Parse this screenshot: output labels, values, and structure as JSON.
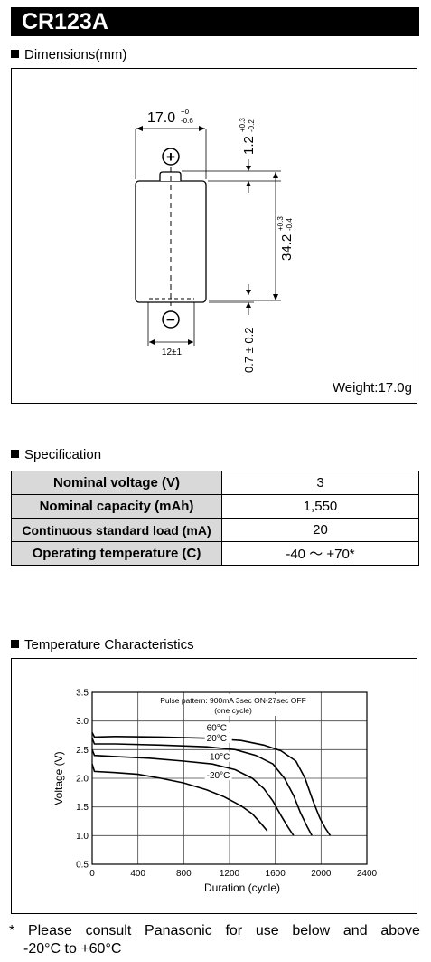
{
  "title": "CR123A",
  "dimensions": {
    "heading": "Dimensions(mm)",
    "dim_width": "17.0",
    "dim_width_tol_top": "+0",
    "dim_width_tol_bottom": "-0.6",
    "dim_cap": "1.2",
    "dim_cap_tol_top": "+0.3",
    "dim_cap_tol_bottom": "-0.2",
    "dim_height": "34.2",
    "dim_height_tol_top": "+0.3",
    "dim_height_tol_bottom": "-0.4",
    "dim_bottom": "0.7 ± 0.2",
    "dim_neg": "12±1",
    "plus_symbol": "+",
    "minus_symbol": "−",
    "weight": "Weight:17.0g"
  },
  "specification": {
    "heading": "Specification",
    "rows": [
      {
        "label": "Nominal voltage (V)",
        "value": "3"
      },
      {
        "label": "Nominal capacity (mAh)",
        "value": "1,550"
      },
      {
        "label": "Continuous standard load (mA)",
        "value": "20"
      },
      {
        "label": "Operating temperature (C)",
        "value": "-40 ～ +70*"
      }
    ]
  },
  "temperature": {
    "heading": "Temperature Characteristics"
  },
  "chart_data": {
    "type": "line",
    "xlabel": "Duration (cycle)",
    "ylabel": "Voltage (V)",
    "xlim": [
      0,
      2400
    ],
    "ylim": [
      0.5,
      3.5
    ],
    "x_ticks": [
      "0",
      "400",
      "800",
      "1200",
      "1600",
      "2000",
      "2400"
    ],
    "y_ticks": [
      "0.5",
      "1.0",
      "1.5",
      "2.0",
      "2.5",
      "3.0",
      "3.5"
    ],
    "grid": true,
    "annotation_line1": "Pulse pattern: 900mA 3sec ON-27sec OFF",
    "annotation_line2": "(one cycle)",
    "series": [
      {
        "name": "60°C",
        "points": [
          [
            0,
            2.8
          ],
          [
            20,
            2.72
          ],
          [
            200,
            2.73
          ],
          [
            600,
            2.72
          ],
          [
            1000,
            2.7
          ],
          [
            1300,
            2.66
          ],
          [
            1500,
            2.58
          ],
          [
            1650,
            2.48
          ],
          [
            1780,
            2.3
          ],
          [
            1860,
            2.0
          ],
          [
            1930,
            1.6
          ],
          [
            1990,
            1.3
          ],
          [
            2040,
            1.12
          ],
          [
            2080,
            1.0
          ]
        ]
      },
      {
        "name": "20°C",
        "points": [
          [
            0,
            2.7
          ],
          [
            20,
            2.6
          ],
          [
            200,
            2.6
          ],
          [
            600,
            2.58
          ],
          [
            1000,
            2.55
          ],
          [
            1250,
            2.5
          ],
          [
            1430,
            2.4
          ],
          [
            1580,
            2.25
          ],
          [
            1680,
            2.0
          ],
          [
            1760,
            1.7
          ],
          [
            1820,
            1.4
          ],
          [
            1880,
            1.15
          ],
          [
            1920,
            1.0
          ]
        ]
      },
      {
        "name": "-10°C",
        "points": [
          [
            0,
            2.5
          ],
          [
            20,
            2.4
          ],
          [
            200,
            2.38
          ],
          [
            500,
            2.35
          ],
          [
            800,
            2.3
          ],
          [
            1050,
            2.25
          ],
          [
            1250,
            2.15
          ],
          [
            1400,
            2.0
          ],
          [
            1500,
            1.82
          ],
          [
            1580,
            1.6
          ],
          [
            1650,
            1.35
          ],
          [
            1710,
            1.15
          ],
          [
            1760,
            1.0
          ]
        ]
      },
      {
        "name": "-20°C",
        "points": [
          [
            0,
            2.25
          ],
          [
            20,
            2.12
          ],
          [
            200,
            2.1
          ],
          [
            400,
            2.07
          ],
          [
            600,
            2.0
          ],
          [
            800,
            1.92
          ],
          [
            1000,
            1.8
          ],
          [
            1150,
            1.68
          ],
          [
            1300,
            1.52
          ],
          [
            1400,
            1.38
          ],
          [
            1480,
            1.2
          ],
          [
            1530,
            1.08
          ]
        ]
      }
    ],
    "series_label_pos": [
      [
        1000,
        2.83
      ],
      [
        1000,
        2.65
      ],
      [
        1000,
        2.32
      ],
      [
        1000,
        2.0
      ]
    ]
  },
  "footnote": {
    "line1_words": [
      "*",
      "Please",
      "consult",
      "Panasonic",
      "for",
      "use",
      "below",
      "and",
      "above"
    ],
    "line2": "-20°C to +60°C"
  }
}
